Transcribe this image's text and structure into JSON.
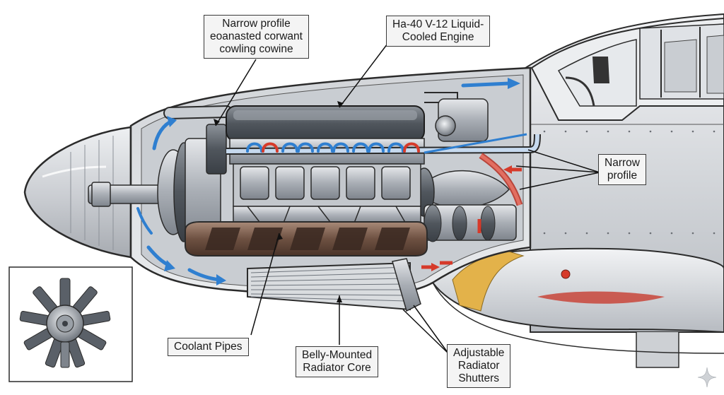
{
  "labels": {
    "narrow_profile_top": [
      "Narrow profile",
      "eoanasted corwant",
      "cowling cowine"
    ],
    "engine": [
      "Ha-40 V-12 Liquid-",
      "Cooled Engine"
    ],
    "narrow_profile_right": [
      "Narrow",
      "profile"
    ],
    "coolant_pipes": [
      "Coolant Pipes"
    ],
    "radiator_core": [
      "Belly-Mounted",
      "Radiator Core"
    ],
    "radiator_shutters": [
      "Adjustable",
      "Radiator",
      "Shutters"
    ]
  },
  "colors": {
    "cowling": "#dadcdf",
    "engine_block": "#b9bec4",
    "coolant_flow": "#2f7fd0",
    "exhaust_flow": "#d63a2a",
    "oil_tank": "#7a5a48",
    "shutter_band": "#e3b24a"
  },
  "icons": [
    "radial-engine-inset-icon",
    "flow-arrow-icon",
    "sparkle-watermark-icon"
  ]
}
